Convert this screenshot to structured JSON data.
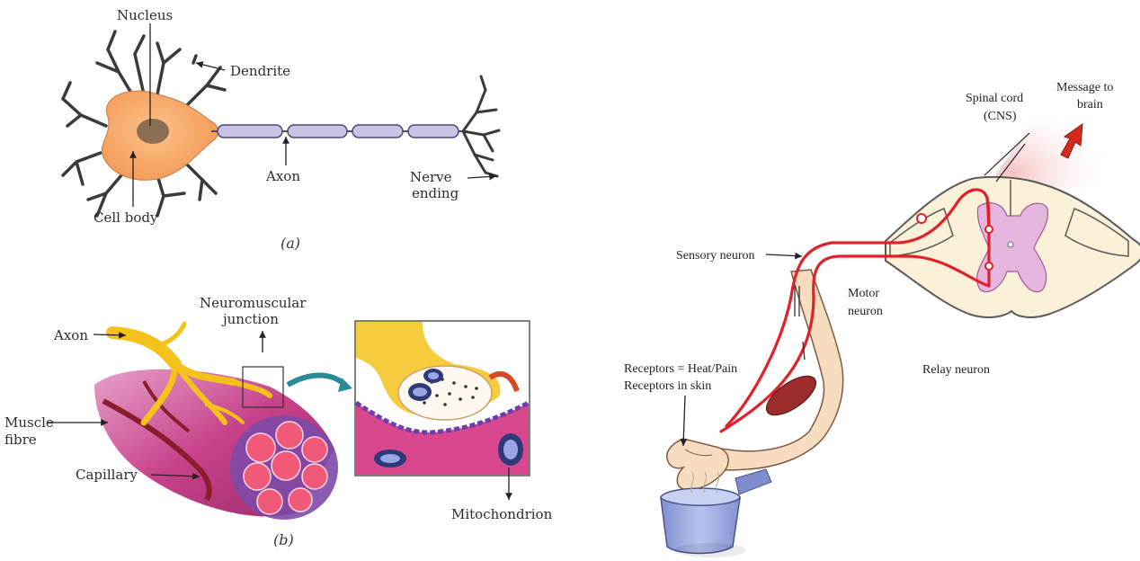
{
  "panel_a": {
    "labels": {
      "nucleus": "Nucleus",
      "dendrite": "Dendrite",
      "axon": "Axon",
      "nerve_ending_1": "Nerve",
      "nerve_ending_2": "ending",
      "cell_body": "Cell body"
    },
    "caption": "(a)"
  },
  "panel_b": {
    "labels": {
      "neuromuscular_1": "Neuromuscular",
      "neuromuscular_2": "junction",
      "axon": "Axon",
      "muscle_1": "Muscle",
      "muscle_2": "fibre",
      "capillary": "Capillary",
      "mitochondrion": "Mitochondrion"
    },
    "caption": "(b)"
  },
  "reflex_arc": {
    "labels": {
      "spinal_cord_1": "Spinal cord",
      "spinal_cord_2": "(CNS)",
      "message_1": "Message to",
      "message_2": "brain",
      "sensory_neuron": "Sensory neuron",
      "motor_1": "Motor",
      "motor_2": "neuron",
      "relay_neuron": "Relay neuron",
      "receptors_1": "Receptors = Heat/Pain",
      "receptors_2": "Receptors in skin"
    }
  },
  "colors": {
    "cell_body": "#f6a86b",
    "nucleus": "#8a6f55",
    "axon_sheath": "#c9c3e4",
    "dendrite": "#3a3a3a",
    "neuron_red": "#e0212b",
    "muscle_pink": "#c7418a",
    "nerve_yellow": "#f4c21a",
    "grey_matter": "#e7b6df",
    "spinal_cream": "#fbf1d8",
    "arm_skin": "#f7dcc0",
    "bowl_blue": "#a8b6e4"
  }
}
